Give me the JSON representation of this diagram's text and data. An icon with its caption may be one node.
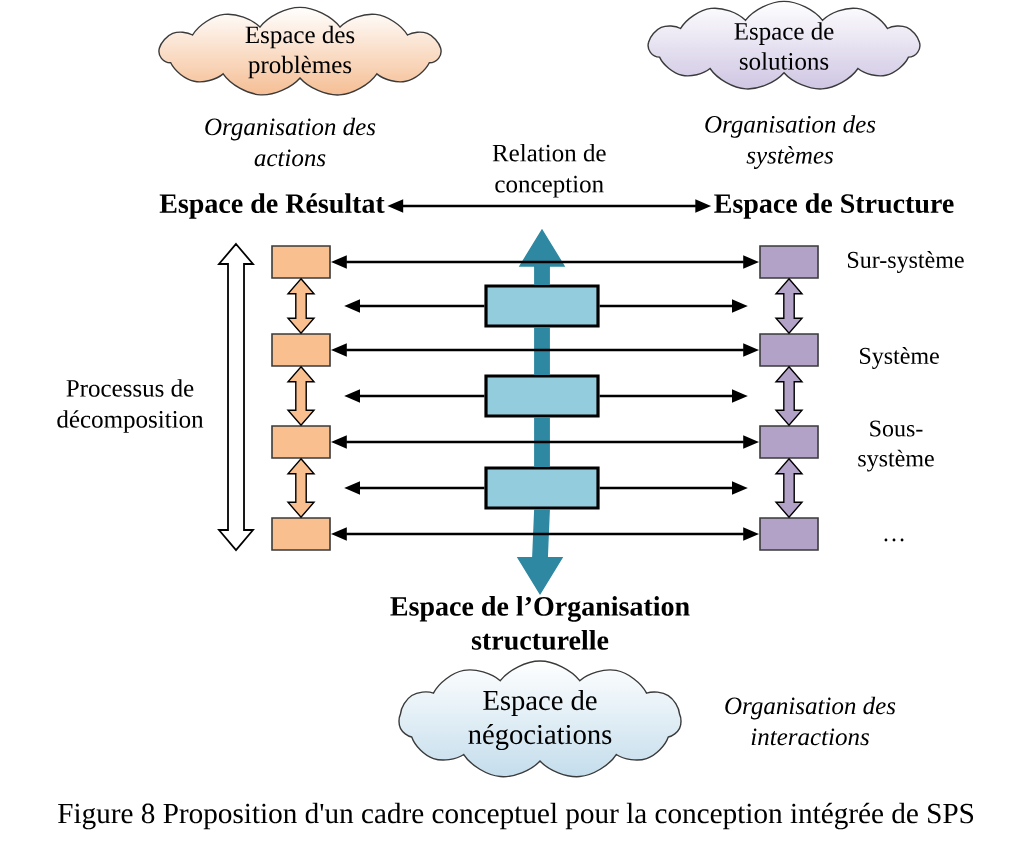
{
  "diagram": {
    "caption": "Figure 8 Proposition d'un cadre conceptuel pour la conception intégrée de SPS",
    "nodes": [
      {
        "text": [
          "Espace des problèmes"
        ]
      },
      {
        "text": [
          "Espace de solutions"
        ]
      },
      {
        "text": [
          "Espace de Résultat"
        ]
      },
      {
        "text": [
          "Espace de Structure"
        ]
      },
      {
        "text": [],
        "shape": "box"
      },
      {
        "text": [],
        "shape": "box"
      },
      {
        "text": [],
        "shape": "box"
      },
      {
        "text": [],
        "shape": "box"
      },
      {
        "text": [],
        "shape": "box",
        "beside": [
          "Sur-système"
        ]
      },
      {
        "text": [],
        "shape": "box",
        "beside": [
          "Système"
        ]
      },
      {
        "text": [],
        "shape": "box",
        "beside": [
          "Sous-système"
        ]
      },
      {
        "text": [],
        "shape": "box",
        "beside": [
          "…"
        ]
      },
      {
        "text": [],
        "shape": "box"
      },
      {
        "text": [],
        "shape": "box"
      },
      {
        "text": [],
        "shape": "box"
      },
      {
        "text": [
          "Espace de l’Organisation structurelle"
        ]
      },
      {
        "text": [
          "Espace de négociations"
        ]
      }
    ],
    "edges": [
      {
        "from": 2,
        "to": 3,
        "arrow": "both",
        "label": "Relation de conception"
      },
      {
        "from": 4,
        "to": 8,
        "arrow": "both"
      },
      {
        "from": 12,
        "to": null,
        "arrow": "to"
      },
      {
        "from": 12,
        "to": null,
        "arrow": "to"
      },
      {
        "from": 5,
        "to": 9,
        "arrow": "both"
      },
      {
        "from": 13,
        "to": null,
        "arrow": "to"
      },
      {
        "from": 13,
        "to": null,
        "arrow": "to"
      },
      {
        "from": 6,
        "to": 10,
        "arrow": "both"
      },
      {
        "from": 14,
        "to": null,
        "arrow": "to"
      },
      {
        "from": 14,
        "to": null,
        "arrow": "to"
      },
      {
        "from": 7,
        "to": 11,
        "arrow": "both"
      },
      {
        "from": 4,
        "to": 5,
        "arrow": "both",
        "style": "thick",
        "color": "#f9bf8f"
      },
      {
        "from": 5,
        "to": 6,
        "arrow": "both",
        "style": "thick",
        "color": "#f9bf8f"
      },
      {
        "from": 6,
        "to": 7,
        "arrow": "both",
        "style": "thick",
        "color": "#f9bf8f"
      },
      {
        "from": 8,
        "to": 9,
        "arrow": "both",
        "style": "thick",
        "color": "#b3a2c7"
      },
      {
        "from": 9,
        "to": 10,
        "arrow": "both",
        "style": "thick",
        "color": "#b3a2c7"
      },
      {
        "from": 10,
        "to": 11,
        "arrow": "both",
        "style": "thick",
        "color": "#b3a2c7"
      },
      {
        "from": 12,
        "to": null,
        "arrow": "to",
        "style": "thick",
        "color": "#2e88a2"
      },
      {
        "from": 12,
        "to": 13,
        "arrow": "none",
        "style": "thick",
        "color": "#2e88a2"
      },
      {
        "from": 13,
        "to": 14,
        "arrow": "none",
        "style": "thick",
        "color": "#2e88a2"
      },
      {
        "from": 14,
        "to": 15,
        "arrow": "to",
        "style": "thick",
        "color": "#2e88a2"
      }
    ],
    "labels": [
      "Organisation des actions",
      "Organisation des systèmes",
      "Processus de décomposition",
      "Organisation des interactions"
    ]
  }
}
